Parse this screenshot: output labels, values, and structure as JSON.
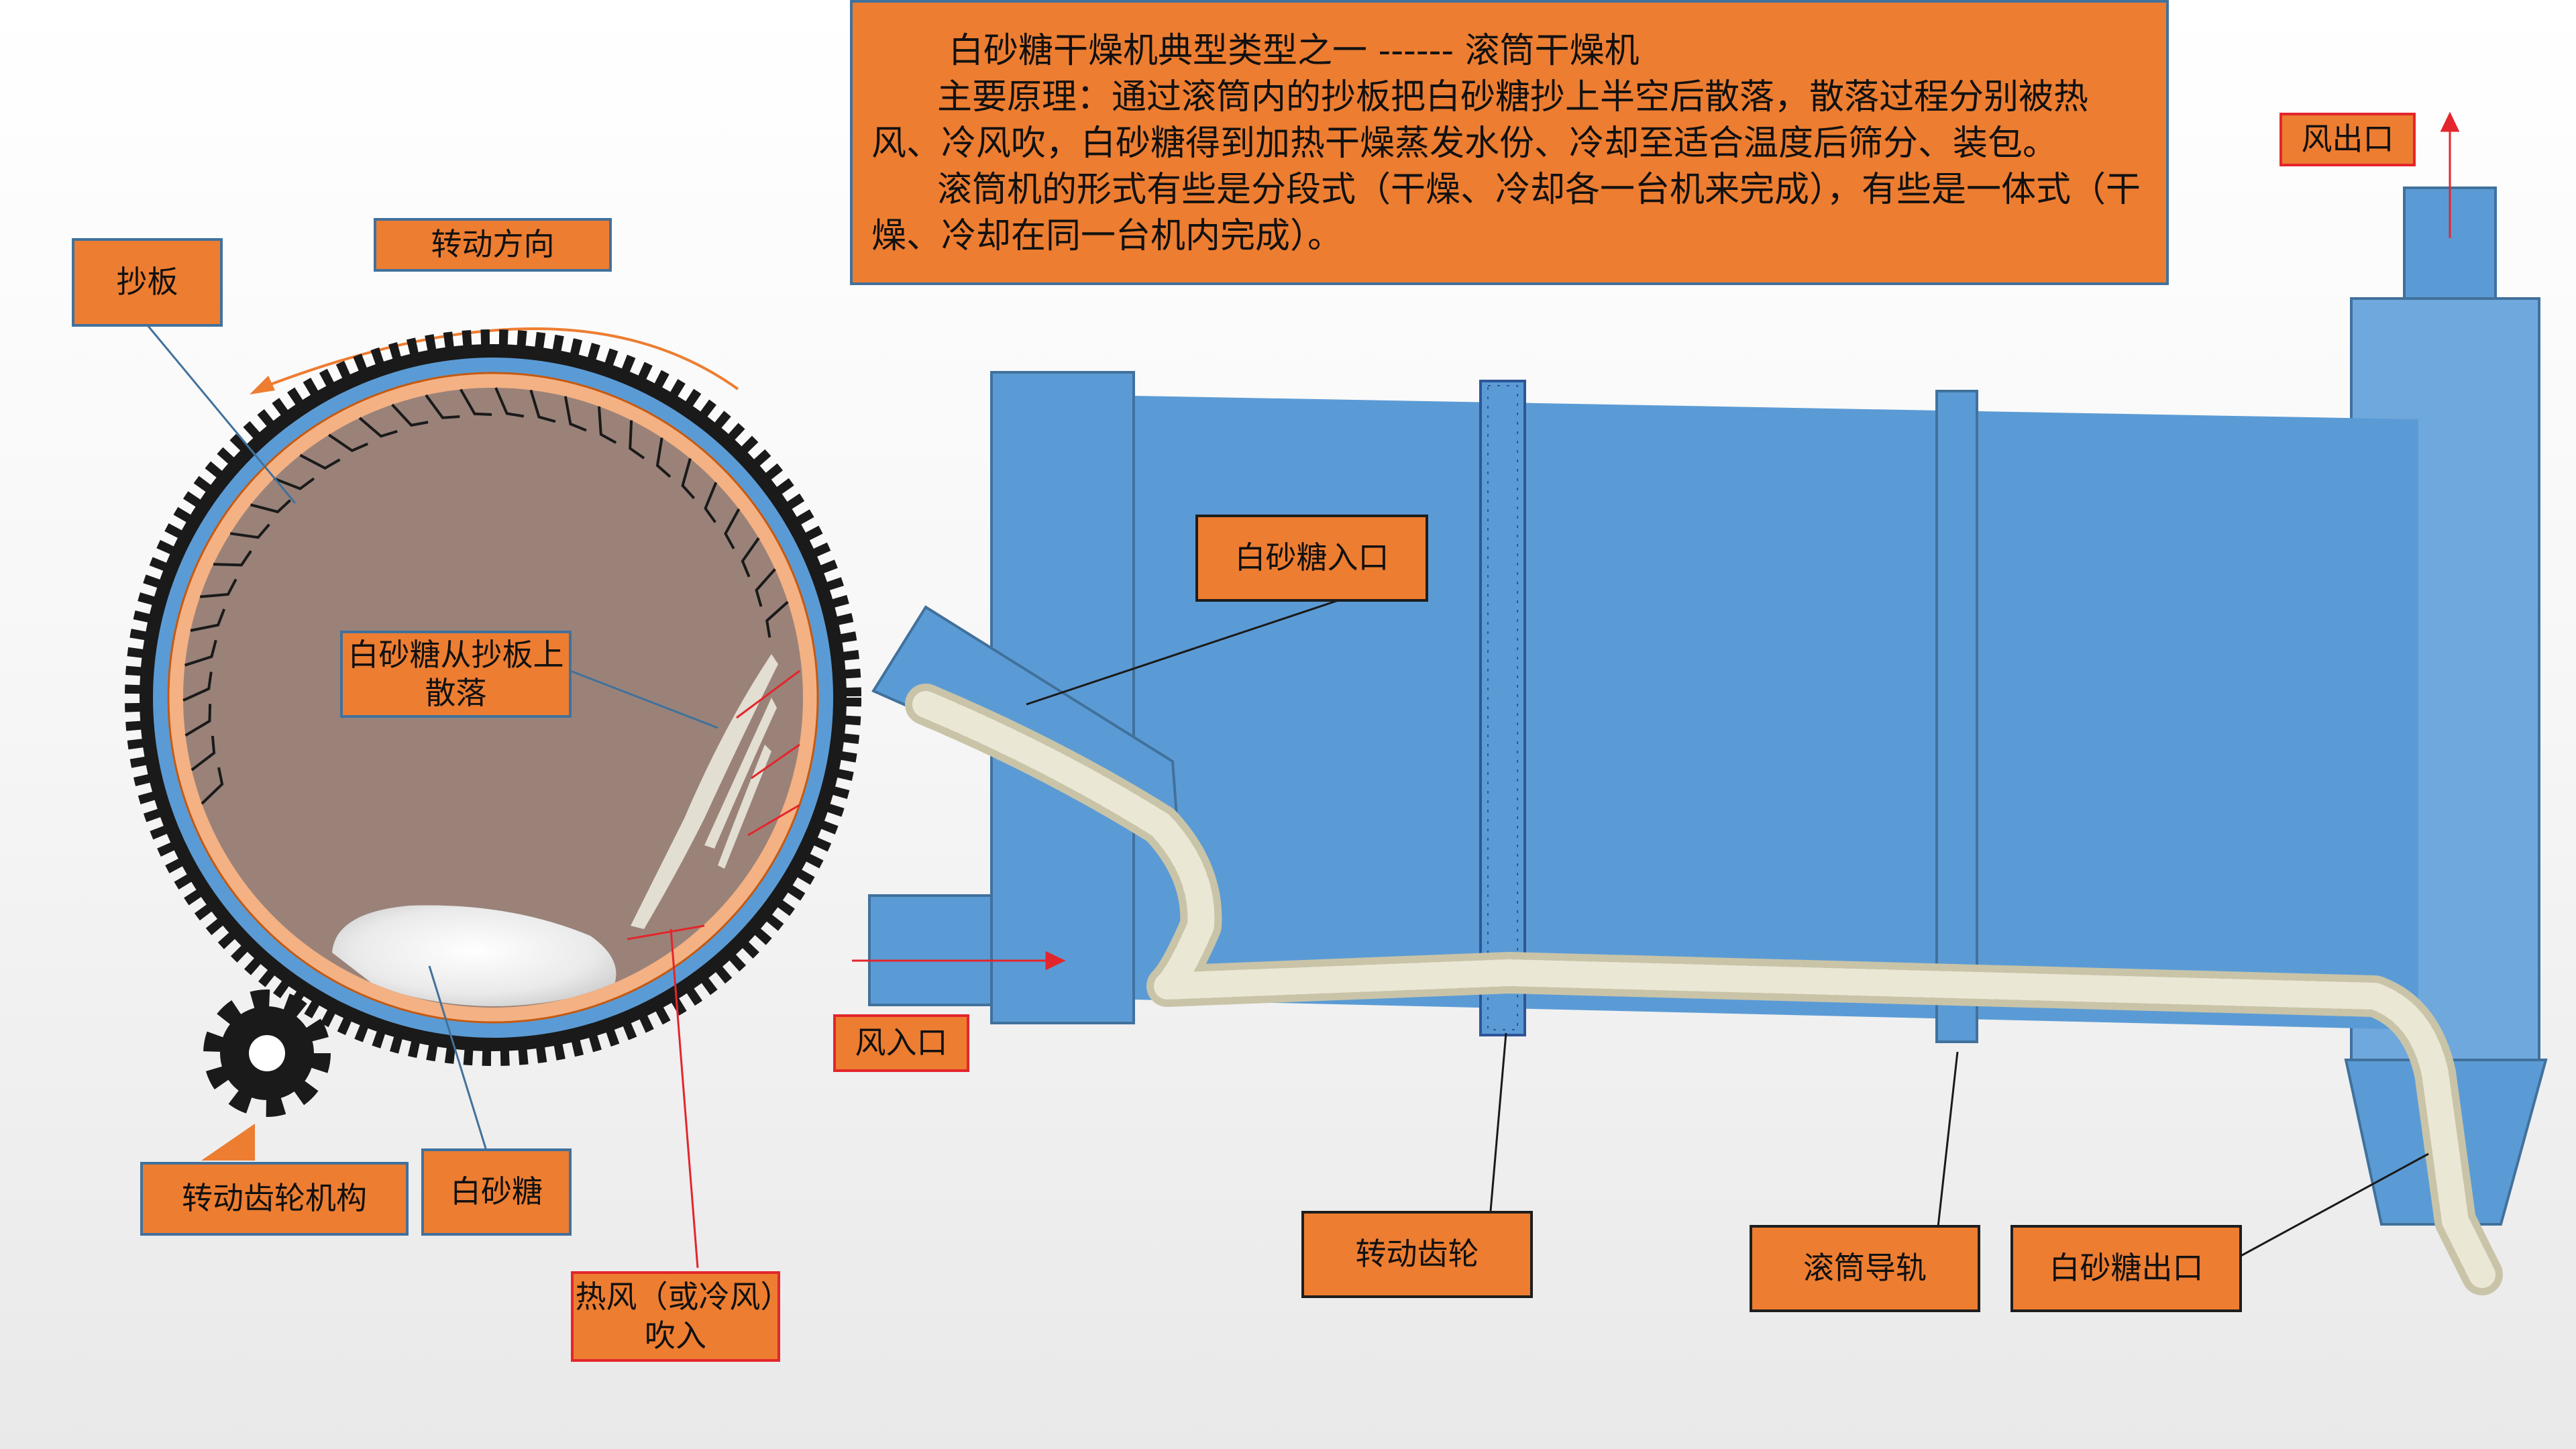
{
  "info_box": {
    "title": "白砂糖干燥机典型类型之一 ------ 滚筒干燥机",
    "principle": "主要原理：通过滚筒内的抄板把白砂糖抄上半空后散落，散落过程分别被热风、冷风吹，白砂糖得到加热干燥蒸发水份、冷却至适合温度后筛分、装包。",
    "forms": "滚筒机的形式有些是分段式（干燥、冷却各一台机来完成），有些是一体式（干燥、冷却在同一台机内完成）。"
  },
  "labels": {
    "rotation_direction": "转动方向",
    "lifter_plate": "抄板",
    "sugar_falling": "白砂糖从抄板上散落",
    "gear_mechanism": "转动齿轮机构",
    "white_sugar": "白砂糖",
    "hot_cold_air": "热风（或冷风）吹入",
    "sugar_inlet": "白砂糖入口",
    "air_inlet": "风入口",
    "air_outlet": "风出口",
    "drive_gear": "转动齿轮",
    "drum_rail": "滚筒导轨",
    "sugar_outlet": "白砂糖出口"
  },
  "colors": {
    "label_fill": "#ed7d31",
    "drum_blue": "#5b9bd5",
    "drum_interior": "#9a8279",
    "gear_black": "#1a1a1a",
    "arrow_red": "#e3262b",
    "sugar": "#e7e1cc"
  }
}
